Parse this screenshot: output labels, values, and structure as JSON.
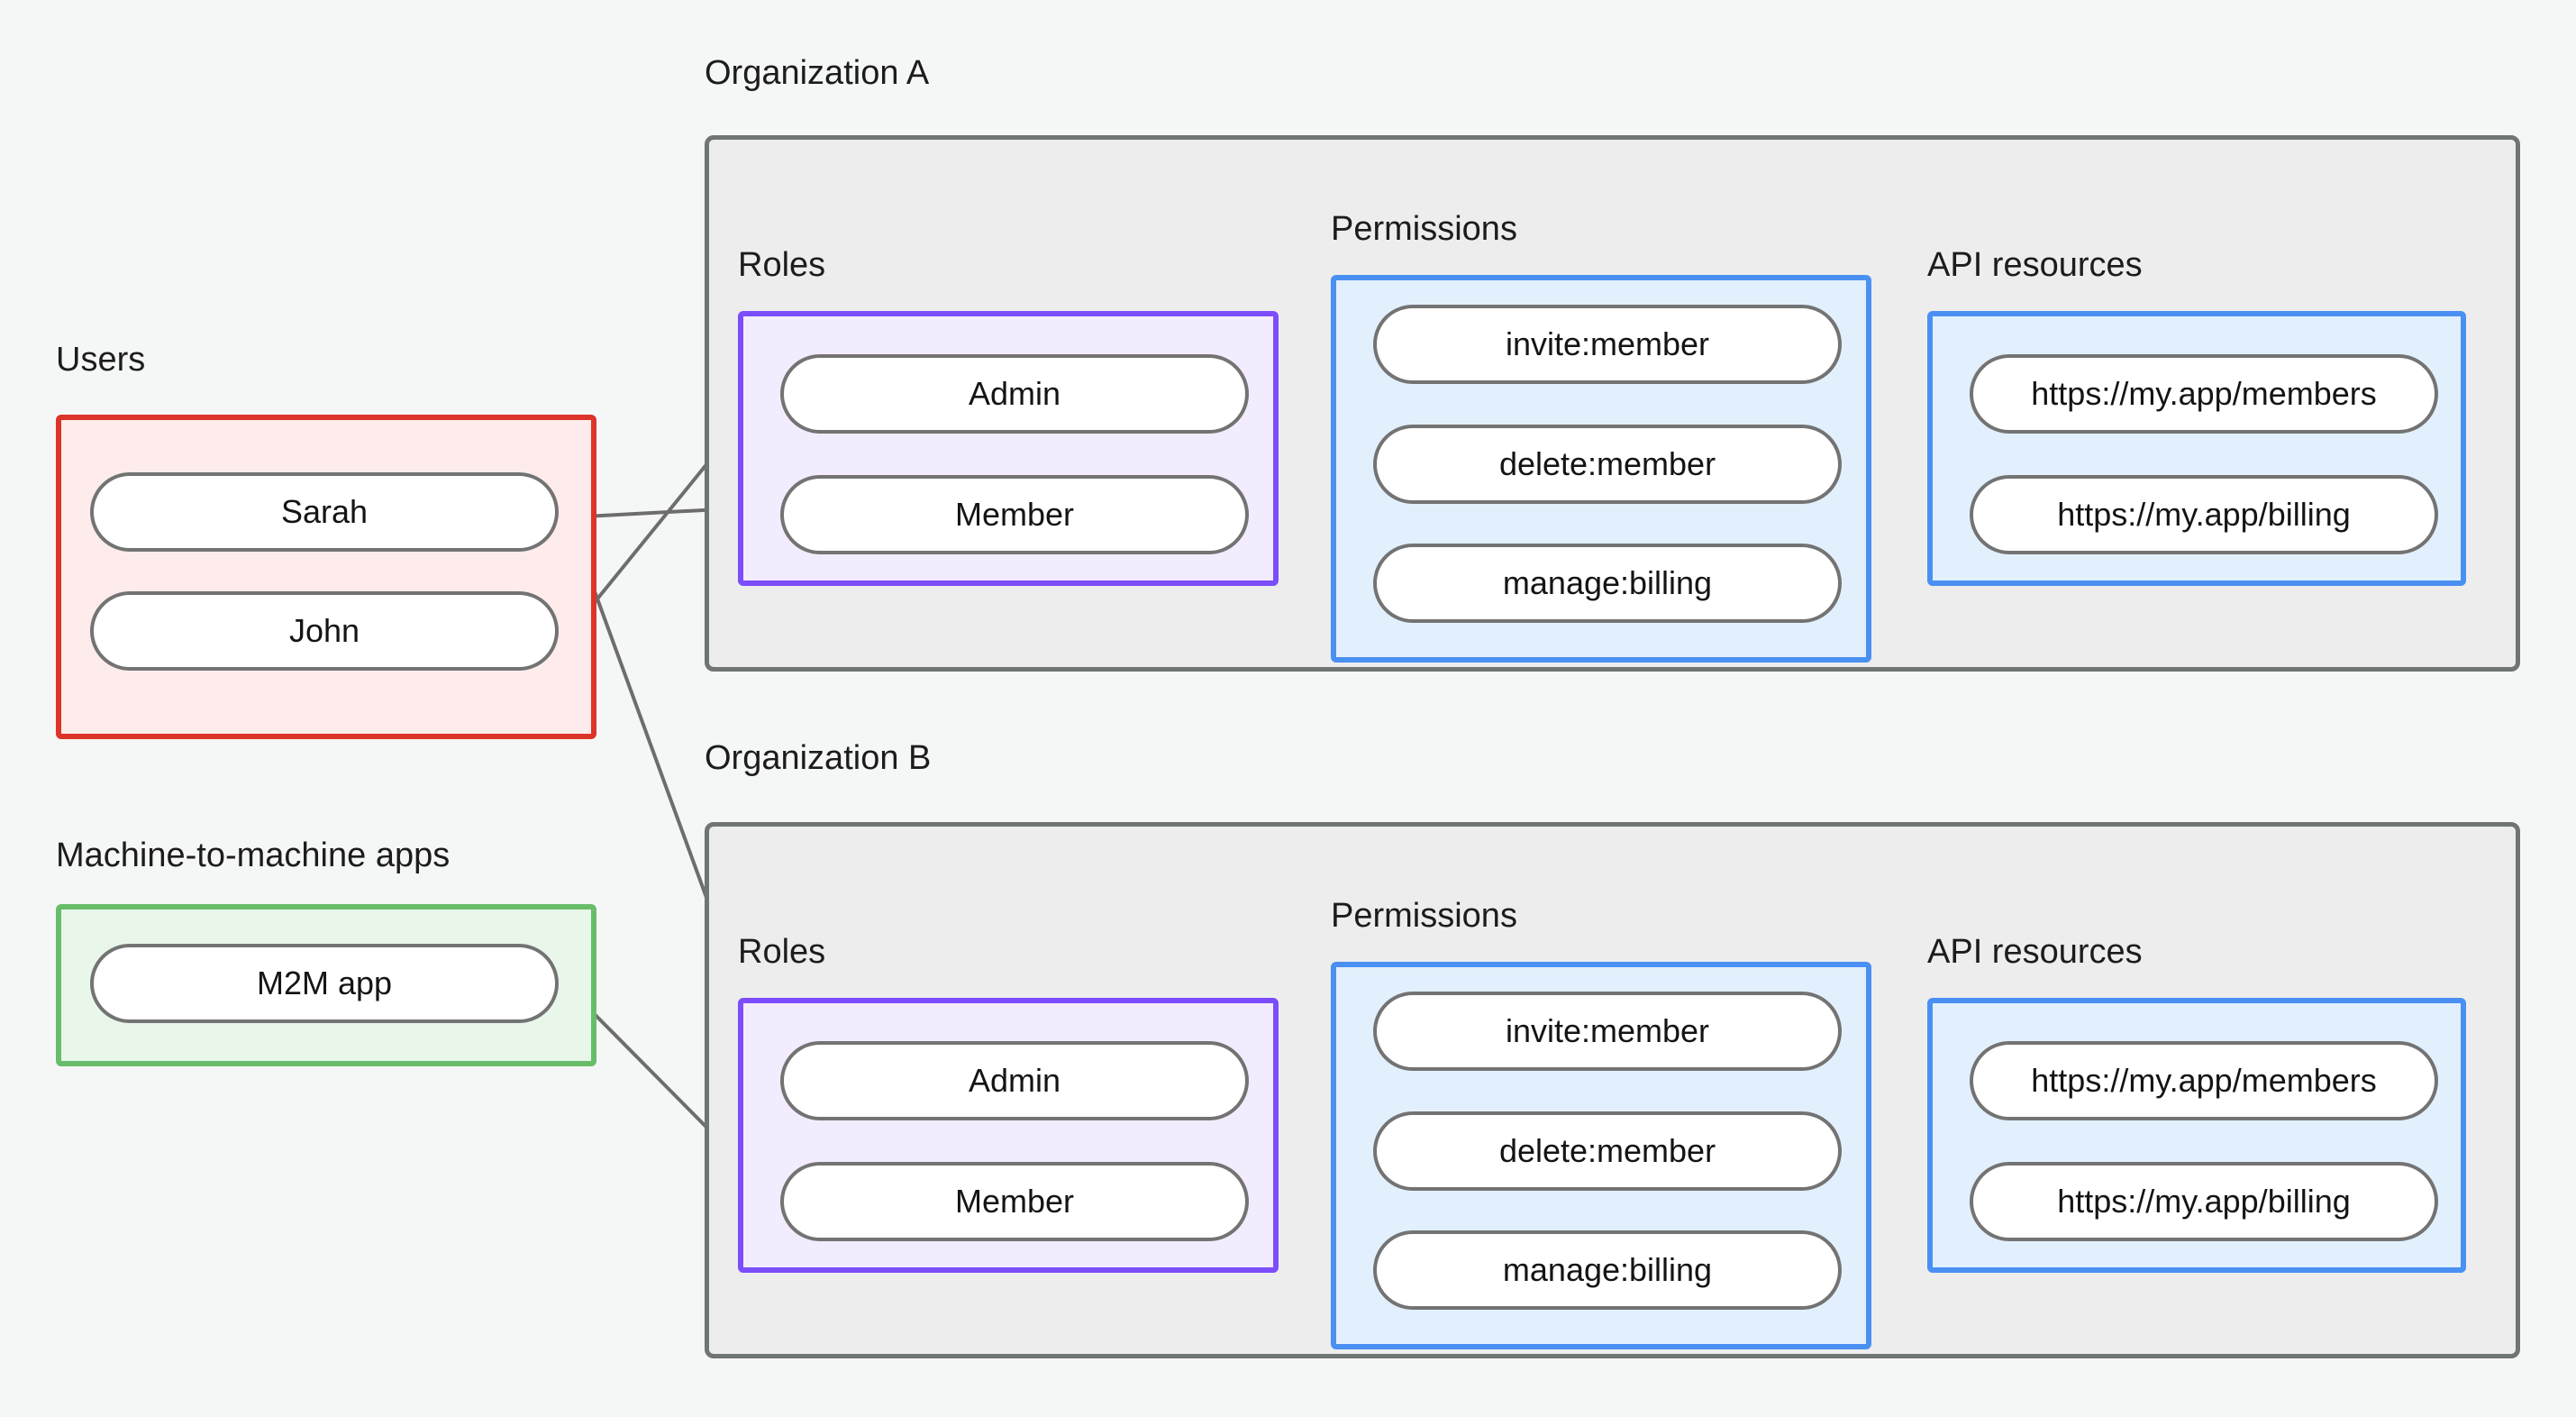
{
  "background_color": "#f5f7f6",
  "palette": {
    "users_border": "#dd342a",
    "users_fill": "#fdeceb",
    "m2m_border": "#68bd6a",
    "m2m_fill": "#e9f6ea",
    "org_border": "#6f7672",
    "org_fill": "#ededed",
    "roles_border": "#7c4dfc",
    "roles_fill": "#f3ecfe",
    "blue_border": "#4a90f2",
    "blue_fill": "#e2f0fd",
    "pill_border": "#737373",
    "pill_fill": "#ffffff",
    "edge_color": "#6d6d6d",
    "text_color": "#1c1c1c"
  },
  "left_column": {
    "users": {
      "caption": "Users",
      "items": [
        {
          "label": "Sarah"
        },
        {
          "label": "John"
        }
      ]
    },
    "m2m": {
      "caption": "Machine-to-machine apps",
      "items": [
        {
          "label": "M2M app"
        }
      ]
    }
  },
  "organizations": [
    {
      "caption": "Organization A",
      "roles": {
        "caption": "Roles",
        "items": [
          {
            "label": "Admin"
          },
          {
            "label": "Member"
          }
        ]
      },
      "permissions": {
        "caption": "Permissions",
        "items": [
          {
            "label": "invite:member"
          },
          {
            "label": "delete:member"
          },
          {
            "label": "manage:billing"
          }
        ]
      },
      "api_resources": {
        "caption": "API resources",
        "items": [
          {
            "label": "https://my.app/members"
          },
          {
            "label": "https://my.app/billing"
          }
        ]
      }
    },
    {
      "caption": "Organization B",
      "roles": {
        "caption": "Roles",
        "items": [
          {
            "label": "Admin"
          },
          {
            "label": "Member"
          }
        ]
      },
      "permissions": {
        "caption": "Permissions",
        "items": [
          {
            "label": "invite:member"
          },
          {
            "label": "delete:member"
          },
          {
            "label": "manage:billing"
          }
        ]
      },
      "api_resources": {
        "caption": "API resources",
        "items": [
          {
            "label": "https://my.app/members"
          },
          {
            "label": "https://my.app/billing"
          }
        ]
      }
    }
  ],
  "connections": [
    {
      "from": "Sarah",
      "to": "Organization A / Member"
    },
    {
      "from": "John",
      "to": "Organization A / Admin"
    },
    {
      "from": "Sarah",
      "to": "Organization B / Admin"
    },
    {
      "from": "M2M app",
      "to": "Organization B / Member"
    },
    {
      "from": "Organization A / Admin",
      "to": "Organization A / invite:member"
    },
    {
      "from": "Organization A / Admin",
      "to": "Organization A / delete:member"
    },
    {
      "from": "Organization A / Member",
      "to": "Organization A / manage:billing"
    },
    {
      "from": "Organization A / invite:member",
      "to": "Organization A / https://my.app/members"
    },
    {
      "from": "Organization A / delete:member",
      "to": "Organization A / https://my.app/members"
    },
    {
      "from": "Organization A / manage:billing",
      "to": "Organization A / https://my.app/billing"
    },
    {
      "from": "Organization B / Admin",
      "to": "Organization B / invite:member"
    },
    {
      "from": "Organization B / Admin",
      "to": "Organization B / delete:member"
    },
    {
      "from": "Organization B / Member",
      "to": "Organization B / manage:billing"
    },
    {
      "from": "Organization B / invite:member",
      "to": "Organization B / https://my.app/members"
    },
    {
      "from": "Organization B / delete:member",
      "to": "Organization B / https://my.app/members"
    },
    {
      "from": "Organization B / manage:billing",
      "to": "Organization B / https://my.app/billing"
    }
  ]
}
